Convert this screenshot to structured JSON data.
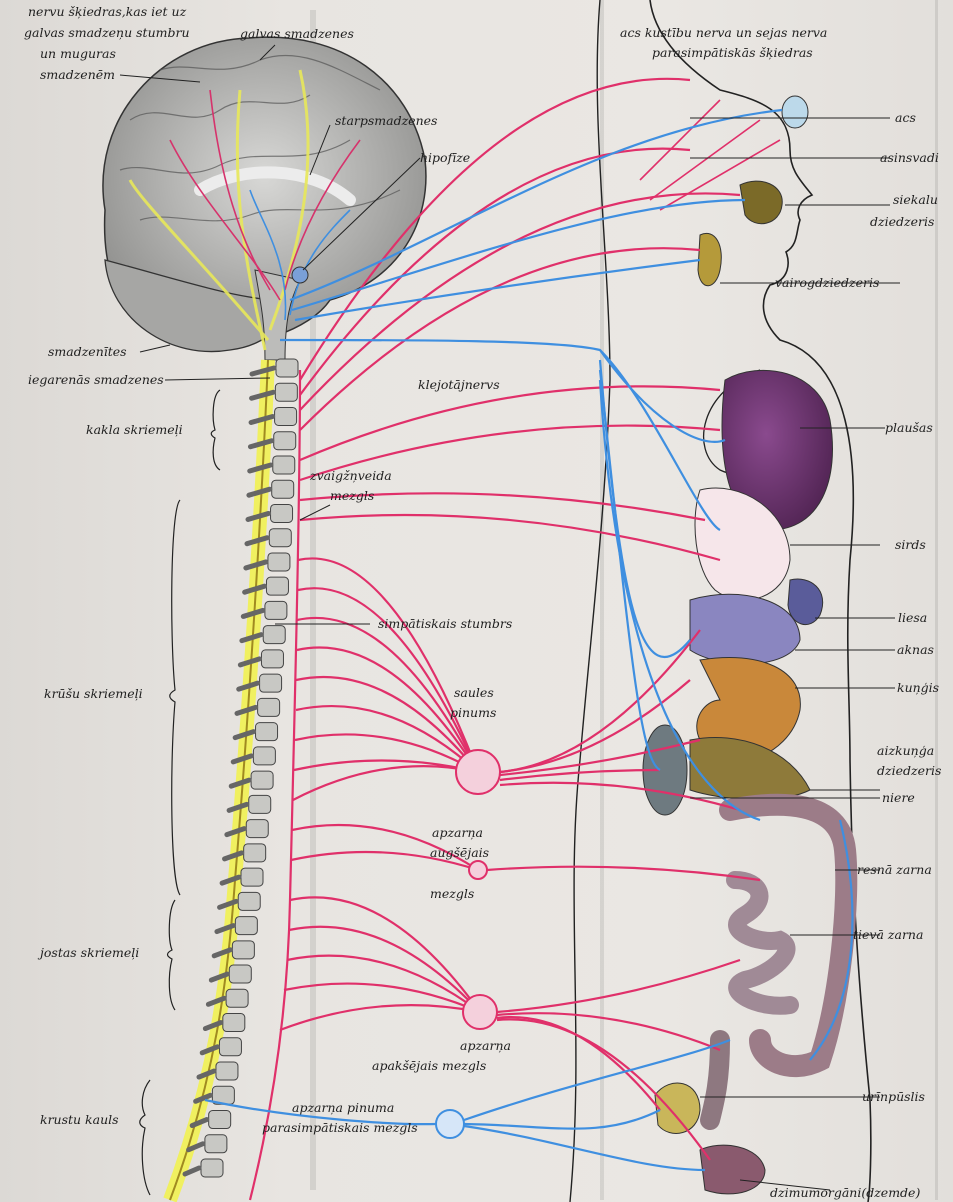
{
  "colors": {
    "sympathetic": "#e0306a",
    "parasympathetic": "#3f8fe0",
    "spinal_cord": "#f0f060",
    "bone": "#9a9a96",
    "background": "#e9e6e2"
  },
  "labels": {
    "nerve_fibers_1": "nervu šķiedras,kas iet uz",
    "nerve_fibers_2": "galvas smadzeņu stumbru",
    "nerve_fibers_3": "un muguras",
    "nerve_fibers_4": "smadzenēm",
    "brain": "galvas smadzenes",
    "diencephalon": "starpsmadzenes",
    "pituitary": "hipofīze",
    "cerebellum": "smadzenītes",
    "medulla": "iegarenās smadzenes",
    "cervical": "kakla skriemeļi",
    "vagus": "klejotājnervs",
    "stellate_1": "zvaigžņveida",
    "stellate_2": "mezgls",
    "sympathetic_trunk": "simpātiskais stumbrs",
    "thoracic": "krūšu skriemeļi",
    "solar_1": "saules",
    "solar_2": "pinums",
    "sup_mes_1": "apzarņa",
    "sup_mes_2": "augšējais",
    "sup_mes_3": "mezgls",
    "lumbar": "jostas skriemeļi",
    "inf_mes_1": "apzarņa",
    "inf_mes_2": "apakšējais mezgls",
    "sacrum": "krustu kauls",
    "pelvic_1": "apzarņa pinuma",
    "pelvic_2": "parasimpātiskais mezgls",
    "eye_nerve_1": "acs kustību nerva un sejas nerva",
    "eye_nerve_2": "parasimpātiskās šķiedras",
    "eye": "acs",
    "vessels": "asinsvadi",
    "salivary_1": "siekalu",
    "salivary_2": "dziedzeris",
    "thyroid": "vairogdziedzeris",
    "lungs": "plaušas",
    "heart": "sirds",
    "spleen": "liesa",
    "liver": "aknas",
    "stomach": "kuņģis",
    "pancreas_1": "aizkuņģa",
    "pancreas_2": "dziedzeris",
    "kidney": "niere",
    "colon": "resnā zarna",
    "small_intestine": "tievā zarna",
    "bladder": "urīnpūslis",
    "genitals": "dzimumorgāni(dzemde)"
  }
}
